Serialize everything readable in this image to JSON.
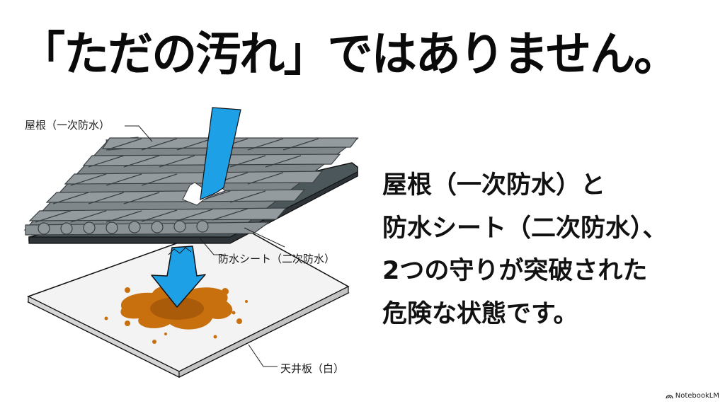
{
  "title": "「ただの汚れ」ではありません。",
  "diagram": {
    "labels": {
      "roof": "屋根（一次防水）",
      "sheet": "防水シート（二次防水）",
      "ceiling": "天井板（白）"
    },
    "colors": {
      "tile": "#8f979b",
      "tile_stroke": "#3a3f42",
      "sheet_top": "#4c575c",
      "sheet_edge": "#2d3336",
      "ceiling": "#f2f2f2",
      "ceiling_edge": "#c9c9c9",
      "arrow": "#1ea0e6",
      "stain": "#c86f0e",
      "stain_dark": "#8f4a08"
    }
  },
  "body": {
    "lines": [
      "屋根（一次防水）と",
      "防水シート（二次防水）、",
      "2つの守りが突破された",
      "危険な状態です。"
    ]
  },
  "brand": {
    "name": "NotebookLM",
    "icon": "notebooklm-logo-icon"
  }
}
